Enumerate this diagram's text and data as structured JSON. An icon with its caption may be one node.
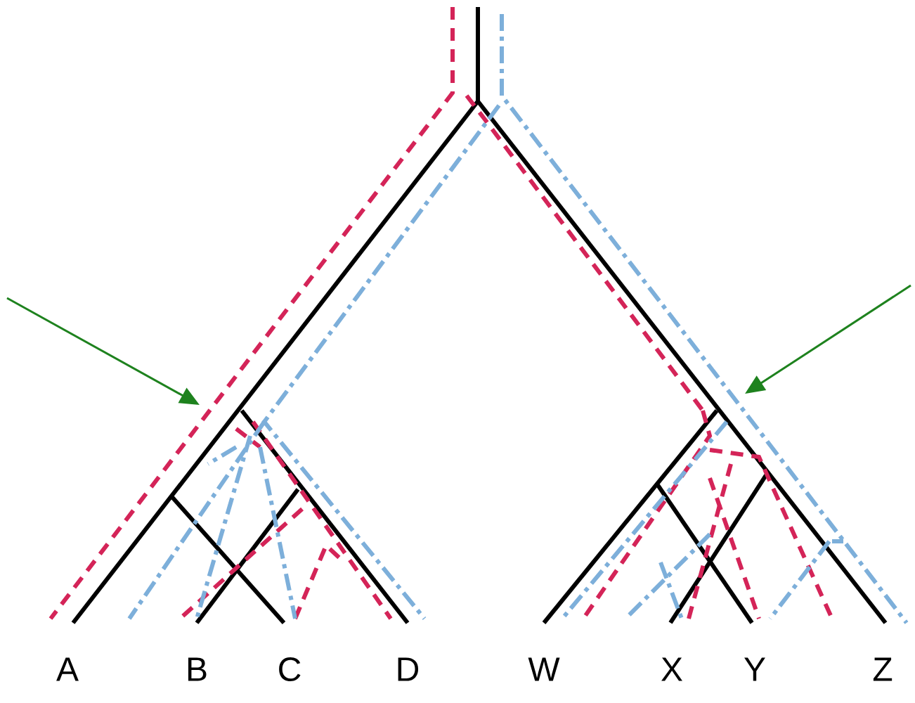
{
  "diagram": {
    "labels": [
      "A",
      "B",
      "C",
      "D",
      "W",
      "X",
      "Y",
      "Z"
    ]
  }
}
